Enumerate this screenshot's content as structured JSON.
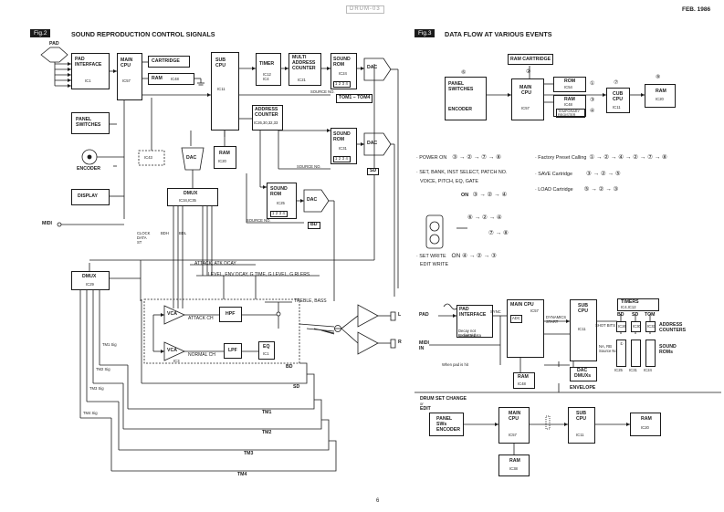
{
  "header": {
    "doc_code": "DRUM-03",
    "date": "FEB. 1986",
    "page": "6"
  },
  "fig2": {
    "tag": "Fig.2",
    "title": "SOUND REPRODUCTION CONTROL SIGNALS",
    "pad": "PAD",
    "pad_interface": [
      "PAD",
      "INTERFACE",
      "IC1"
    ],
    "main_cpu": [
      "MAIN",
      "CPU",
      "IC57"
    ],
    "cartridge": "CARTRIDGE",
    "ram1": [
      "RAM",
      "IC48"
    ],
    "sub_cpu": [
      "SUB",
      "CPU",
      "IC11"
    ],
    "timer": [
      "TIMER",
      "IC12",
      "IC4"
    ],
    "multi_addr": [
      "MULTI",
      "ADDRESS",
      "COUNTER",
      "IC21"
    ],
    "sound_rom1": [
      "SOUND",
      "ROM",
      "IC24"
    ],
    "dac": "DAC",
    "source_no": "SOURCE NO.",
    "tom_label": "TOM1 – TOM4",
    "addr_counter": [
      "ADDRESS",
      "COUNTER",
      "IC26,30,32,33"
    ],
    "sound_rom2": [
      "SOUND",
      "ROM",
      "IC31"
    ],
    "sd": "SD",
    "bd": "BD",
    "sound_rom3": [
      "SOUND",
      "ROM",
      "IC25"
    ],
    "panel_switches": [
      "PANEL",
      "SWITCHES"
    ],
    "encoder": "ENCODER",
    "display": "DISPLAY",
    "midi": "MIDI",
    "ic43": "IC43",
    "dac_mid": "DAC",
    "ram2": [
      "RAM",
      "IC20"
    ],
    "dmux": [
      "DMUX",
      "IC34,IC35"
    ],
    "dmux2": [
      "DMUX",
      "IC29"
    ],
    "clock": [
      "CLOCK",
      "DATA",
      "ST"
    ],
    "bdh": "BDH",
    "bdl": "BDL",
    "attack": "ATTACK, ATK DCAY",
    "level": "LEVEL, ENV DCAY, G TIME, G LEVEL, G RLERS",
    "treble": "TREBLE, BASS",
    "vca": "VCA",
    "attack_ch": "ATTACK CH",
    "normal_ch": "NORMAL CH",
    "hpf": "HPF",
    "lpf": "LPF",
    "eq": [
      "EQ",
      "IC1"
    ],
    "ic3": "IC3",
    "ch_labels": [
      "BD",
      "SD",
      "TM1",
      "TM2",
      "TM3",
      "TM4"
    ],
    "sig_labels": [
      "TM1 Sig",
      "TM2 Sig",
      "TM3 Sig",
      "TM4 Sig"
    ],
    "out_l": "L",
    "out_r": "R",
    "nums": [
      "1",
      "2",
      "3",
      "4"
    ]
  },
  "fig3": {
    "tag": "Fig.3",
    "title": "DATA FLOW AT VARIOUS EVENTS",
    "ram_cart": "RAM CARTRIDGE",
    "panel_sw": [
      "PANEL",
      "SWITCHES"
    ],
    "encoder": "ENCODER",
    "main_cpu": [
      "MAIN",
      "CPU",
      "IC57"
    ],
    "rom": [
      "ROM",
      "IC54"
    ],
    "ram": [
      "RAM",
      "IC48"
    ],
    "temp_reg": "TEMPORARY REGISTER",
    "sub_cpu": [
      "CUB",
      "CPU",
      "IC11"
    ],
    "ram_right": [
      "RAM",
      "IC20"
    ],
    "circ": [
      "⑤",
      "②",
      "①",
      "③",
      "④",
      "⑦",
      "⑧",
      "⑥"
    ],
    "events": [
      {
        "label": "· POWER ON",
        "flow": "③ → ② → ⑦ → ⑧"
      },
      {
        "label": "· Factory Preset Calling",
        "flow": "① → ② → ④ → ② → ⑦ → ⑧"
      },
      {
        "label": "· SET, BANK, INST SELECT, PATCH NO.",
        "flow": ""
      },
      {
        "label": "· SAVE Cartridge",
        "flow": "③ → ② → ⑤"
      },
      {
        "label": "VOICE, PITCH, EQ, GATE",
        "flow": ""
      },
      {
        "label": "ON",
        "flow": "③ → ② → ④"
      },
      {
        "label": "· LOAD Cartridge",
        "flow": "⑤ → ② → ③"
      },
      {
        "label": "⑥ → ② → ④",
        "flow": ""
      },
      {
        "label": "⑦ → ⑧",
        "flow": ""
      },
      {
        "label": "· SET WRITE",
        "flow": "ON   ④ → ② → ③"
      },
      {
        "label": "EDIT WRITE",
        "flow": ""
      }
    ],
    "pad": "PAD",
    "pad_interface": "PAD INTERFACE",
    "main_cpu2": [
      "MAIN CPU",
      "IC57"
    ],
    "sync": "SYNC",
    "adc": "ADC",
    "dyn_start": [
      "DYNAMICS",
      "START"
    ],
    "decay_note": [
      "Decay not converted",
      "to digital data"
    ],
    "midi_in": [
      "MIDI",
      "IN"
    ],
    "pad_hit": "When pad is hit",
    "ram_ic48": [
      "RAM",
      "IC48"
    ],
    "timers": [
      "TIMERS",
      "IC4,IC12"
    ],
    "sub_cpu2": [
      "SUB",
      "CPU",
      "IC11"
    ],
    "bd_sd_tom": [
      "BD",
      "SD",
      "TOM"
    ],
    "shot_bits": "SHOT BITS",
    "na_rb": [
      "NA, RB",
      "Source No."
    ],
    "addr_counters": [
      "ADDRESS",
      "COUNTERS"
    ],
    "sound_roms": [
      "SOUND",
      "ROMs"
    ],
    "ic_labels": [
      "IC25",
      "IC31",
      "IC24"
    ],
    "ic_small": [
      "IC26",
      "IC30",
      "IC33"
    ],
    "dac_dmux": [
      "DAC",
      "DMUXs"
    ],
    "envelope": "ENVELOPE",
    "drum_set": [
      "DRUM SET CHANGE",
      "or",
      "EDIT"
    ],
    "panel_sw_enc": [
      "PANEL",
      "SWs",
      "ENCODER"
    ],
    "main_cpu3": [
      "MAIN",
      "CPU",
      "IC57"
    ],
    "sub_cpu3": [
      "SUB",
      "CPU",
      "IC11"
    ],
    "ram_ic20": [
      "RAM",
      "IC20"
    ],
    "ram_ic38": [
      "RAM",
      "IC38"
    ]
  }
}
